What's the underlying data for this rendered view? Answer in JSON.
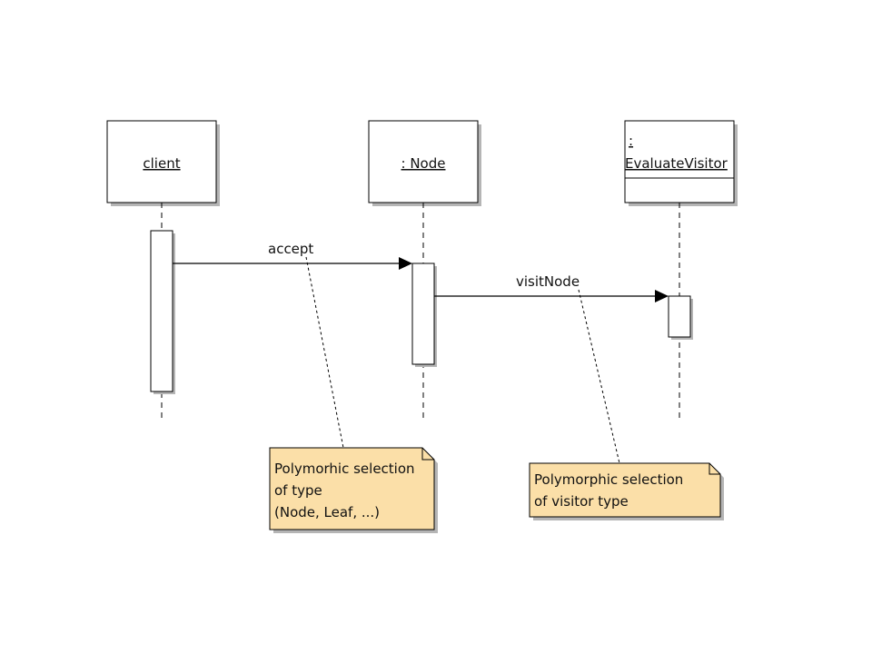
{
  "diagram": {
    "type": "uml-sequence",
    "colors": {
      "line": "#000000",
      "box_fill": "#ffffff",
      "shadow": "#b5b5b5",
      "note_fill": "#fbdfa8"
    },
    "lifelines": {
      "client": {
        "label": "client"
      },
      "node": {
        "label": ": Node"
      },
      "visitor": {
        "label_line1": ":",
        "label_line2": "EvaluateVisitor"
      }
    },
    "messages": {
      "accept": {
        "label": "accept",
        "from": "client",
        "to": ": Node"
      },
      "visit_node": {
        "label": "visitNode",
        "from": ": Node",
        "to": ": EvaluateVisitor"
      }
    },
    "notes": {
      "accept_note": {
        "lines": [
          "Polymorhic selection",
          "of type",
          "(Node, Leaf, ...)"
        ],
        "attached_to": "accept"
      },
      "visit_note": {
        "lines": [
          "Polymorphic selection",
          "of visitor type"
        ],
        "attached_to": "visitNode"
      }
    }
  }
}
